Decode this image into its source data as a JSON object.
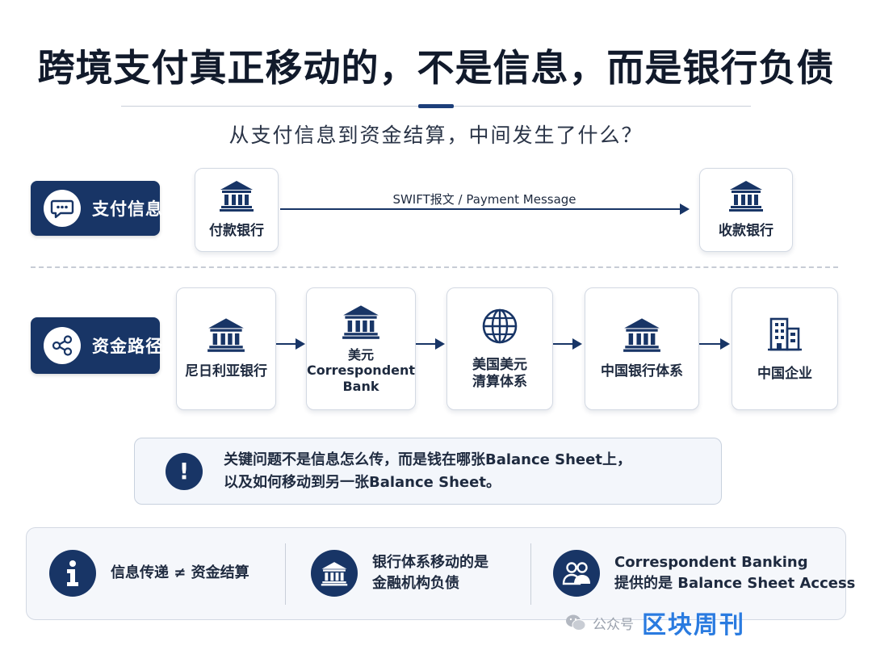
{
  "title": "跨境支付真正移动的，不是信息，而是银行负债",
  "subtitle": "从支付信息到资金结算，中间发生了什么？",
  "message_row": {
    "label": "支付信息",
    "label_icon": "chat-bubble-icon",
    "left_card": {
      "name": "付款银行",
      "icon": "bank-icon"
    },
    "right_card": {
      "name": "收款银行",
      "icon": "bank-icon"
    },
    "arrow_label": "SWIFT报文 / Payment Message"
  },
  "funds_row": {
    "label": "资金路径",
    "label_icon": "share-nodes-icon",
    "steps": [
      {
        "name": "尼日利亚银行",
        "icon": "bank-icon"
      },
      {
        "name": "美元\nCorrespondent\nBank",
        "icon": "bank-icon"
      },
      {
        "name": "美国美元\n清算体系",
        "icon": "globe-icon"
      },
      {
        "name": "中国银行体系",
        "icon": "bank-icon"
      },
      {
        "name": "中国企业",
        "icon": "building-icon"
      }
    ]
  },
  "key_question": {
    "icon": "exclamation-icon",
    "line1": "关键问题不是信息怎么传，而是钱在哪张Balance Sheet上，",
    "line2": "以及如何移动到另一张Balance Sheet。"
  },
  "summary": [
    {
      "icon": "info-icon",
      "line1": "信息传递 ≠ 资金结算",
      "line2": ""
    },
    {
      "icon": "bank-icon",
      "line1": "银行体系移动的是",
      "line2": "金融机构负债"
    },
    {
      "icon": "users-icon",
      "line1": "Correspondent Banking",
      "line2": "提供的是 Balance Sheet Access"
    }
  ],
  "watermark": {
    "account": "公众号",
    "brand": "区块周刊"
  },
  "colors": {
    "navy": "#183566",
    "border": "#d3d9e3",
    "text": "#1e2a3f"
  }
}
